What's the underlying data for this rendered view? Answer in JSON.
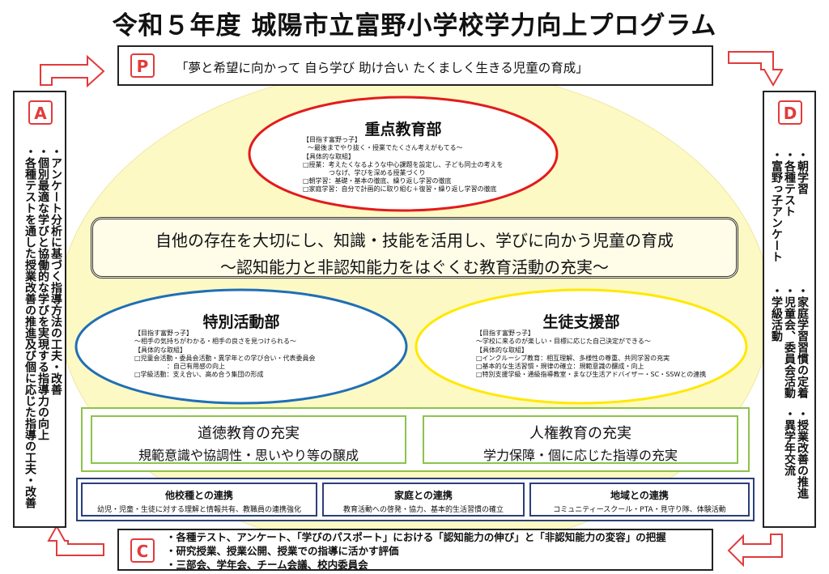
{
  "title": "令和５年度 城陽市立富野小学校学力向上プログラム",
  "plan": {
    "letter": "P",
    "text": "「夢と希望に向かって 自ら学び 助け合い たくましく生きる児童の育成」"
  },
  "act": {
    "letter": "A",
    "items": [
      "・アンケート分析に基づく指導方法の工夫・改善",
      "・個別最適な学びと協働的な学びを実現する指導力の向上",
      "・各種テストを通した授業改善の推進及び個に応じた指導の工夫・改善"
    ]
  },
  "do": {
    "letter": "D",
    "items": [
      "・朝学習",
      "・各種テスト",
      "・富野っ子アンケート",
      "・学級活動",
      "・家庭学習習慣の定着",
      "・児童会、委員会活動",
      "・授業改善の推進",
      "・異学年交流"
    ]
  },
  "check": {
    "letter": "C",
    "items": [
      "・各種テスト、アンケート、「学びのパスポート」における「認知能力の伸び」と「非認知能力の変容」の把握",
      "・研究授業、授業公開、授業での指導に活かす評価",
      "・三部会、学年会、チーム会議、校内委員会"
    ]
  },
  "juten": {
    "title": "重点教育部",
    "lines": [
      "【目指す富野っ子】",
      "～最後までやり抜く・授業でたくさん考えがもてる～",
      "【具体的な取組】",
      "□授業：考えたくなるような中心課題を設定し、子ども同士の考えを",
      "　　　　つなげ、学びを深める授業づくり",
      "□朝学習：基礎・基本の徹底、繰り返し学習の徹底",
      "□家庭学習：自分で計画的に取り組む＋復習・繰り返し学習の徹底"
    ]
  },
  "center": {
    "line1": "自他の存在を大切にし、知識・技能を活用し、学びに向かう児童の育成",
    "line2": "～認知能力と非認知能力をはぐくむ教育活動の充実～"
  },
  "tokubetsu": {
    "title": "特別活動部",
    "lines": [
      "【目指す富野っ子】",
      "～相手の気持ちがわかる・相手の良さを見つけられる～",
      "【具体的な取組】",
      "□児童会活動・委員会活動・異学年との学び合い・代表委員会",
      "　　　　　：自己有用感の向上",
      "□学級活動：支え合い、高め合う集団の形成"
    ]
  },
  "seito": {
    "title": "生徒支援部",
    "lines": [
      "【目指す富野っ子】",
      "～学校に来るのが楽しい・目標に応じた自己決定ができる～",
      "【具体的な取組】",
      "□インクルーシブ教育：相互理解、多様性の尊重、共同学習の充実",
      "□基本的な生活習慣・規律の確立：規範意識の醸成・向上",
      "□特別支援学級・通級指導教室・まなび生活アドバイザー・SC・SSWとの連携"
    ]
  },
  "doutoku": {
    "title": "道徳教育の充実",
    "sub": "規範意識や協調性・思いやり等の醸成"
  },
  "jinken": {
    "title": "人権教育の充実",
    "sub": "学力保障・個に応じた指導の充実"
  },
  "renkei": [
    {
      "title": "他校種との連携",
      "sub": "幼児・児童・生徒に対する理解と情報共有、教職員の連携強化"
    },
    {
      "title": "家庭との連携",
      "sub": "教育活動への啓発・協力、基本的生活習慣の確立"
    },
    {
      "title": "地域との連携",
      "sub": "コミュニティースクール・PTA・見守り隊、体験活動"
    }
  ],
  "colors": {
    "accent": "#e23b3b",
    "ellipse_bg": "#fdf9c4",
    "red": "#e31b1b",
    "blue": "#1f6fb5",
    "yellow": "#ffe800",
    "green": "#8cc34b",
    "navy": "#2a3f7a"
  }
}
